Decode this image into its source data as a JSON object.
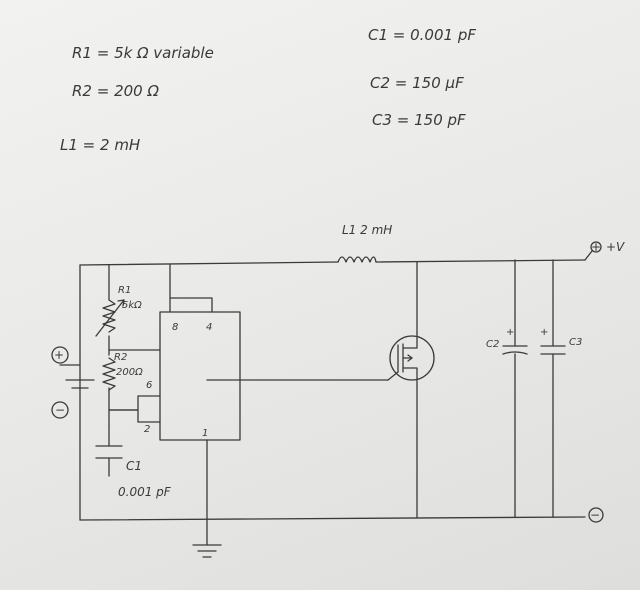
{
  "notes": {
    "r1": "R1 = 5k Ω variable",
    "r2": "R2 = 200 Ω",
    "l1": "L1 = 2 mH",
    "c1": "C1 = 0.001 pF",
    "c2": "C2 = 150 µF",
    "c3": "C3 = 150 pF"
  },
  "labels": {
    "l1": "L1  2 mH",
    "vplus": "+V",
    "r1_name": "R1",
    "r1_value": "5kΩ",
    "r2_name": "R2",
    "r2_value": "200Ω",
    "pin8": "8",
    "pin4": "4",
    "pin6": "6",
    "pin2": "2",
    "pin1": "1",
    "c1_name": "C1",
    "c1_value": "0.001 pF",
    "c2_name": "C2",
    "c3_name": "C3",
    "c2_plus": "+",
    "c3_plus": "+",
    "batt_plus": "+",
    "batt_minus": "−",
    "out_plus": "+",
    "out_minus": "−"
  },
  "colors": {
    "ink": "#3a3a3a",
    "paper": "#efefed"
  }
}
